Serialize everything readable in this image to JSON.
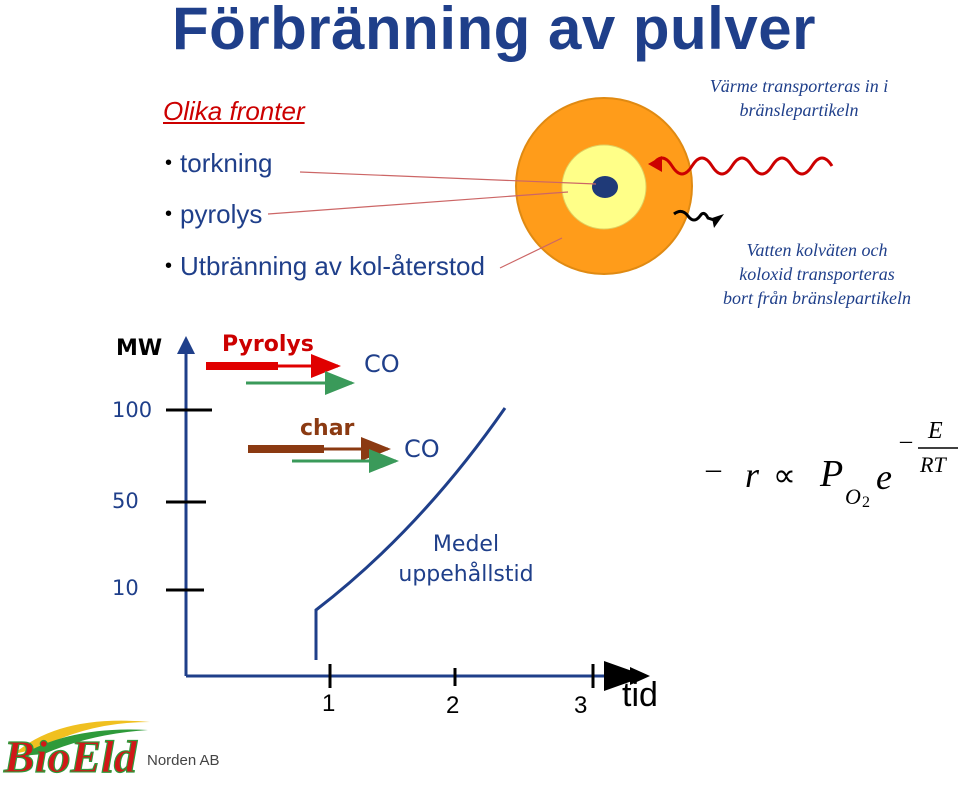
{
  "slide": {
    "title": "Förbränning av pulver",
    "subtitle": "Olika fronter",
    "bullets": [
      "torkning",
      "pyrolys",
      "Utbränning av kol-återstod"
    ],
    "note_top": [
      "Värme transporteras in i",
      "bränslepartikeln"
    ],
    "note_bottom": [
      "Vatten kolväten och",
      "koloxid transporteras",
      "bort från bränslepartikeln"
    ]
  },
  "graph": {
    "y_axis_label": "MW",
    "y_ticks": [
      "100",
      "50",
      "10"
    ],
    "x_ticks": [
      "1",
      "2",
      "3"
    ],
    "x_axis_label": "tid",
    "arrow1_label": "Pyrolys",
    "arrow1_product": "CO",
    "arrow2_label": "char",
    "arrow2_product": "CO",
    "curve_label": [
      "Medel",
      "uppehållstid"
    ]
  },
  "formula": {
    "minus": "–",
    "r": "r",
    "prop": "∝",
    "P": "P",
    "sub": "O",
    "sub2": "2",
    "e": "e",
    "exp_minus": "–",
    "exp_num": "E",
    "exp_den": "RT"
  },
  "logo": {
    "wordmark": "BioEld",
    "company": "Norden AB"
  },
  "colors": {
    "title": "#1f3f8a",
    "subtitle": "#cc0000",
    "outer_particle": "#ff9c1a",
    "middle_particle": "#ffff88",
    "core_particle": "#1f3a78",
    "wave": "#cc0000",
    "axis": "#1f3f8a",
    "pyrolys_arrow": "#e00000",
    "char_arrow": "#8b3a12",
    "product_arrow": "#3a9a5a"
  }
}
